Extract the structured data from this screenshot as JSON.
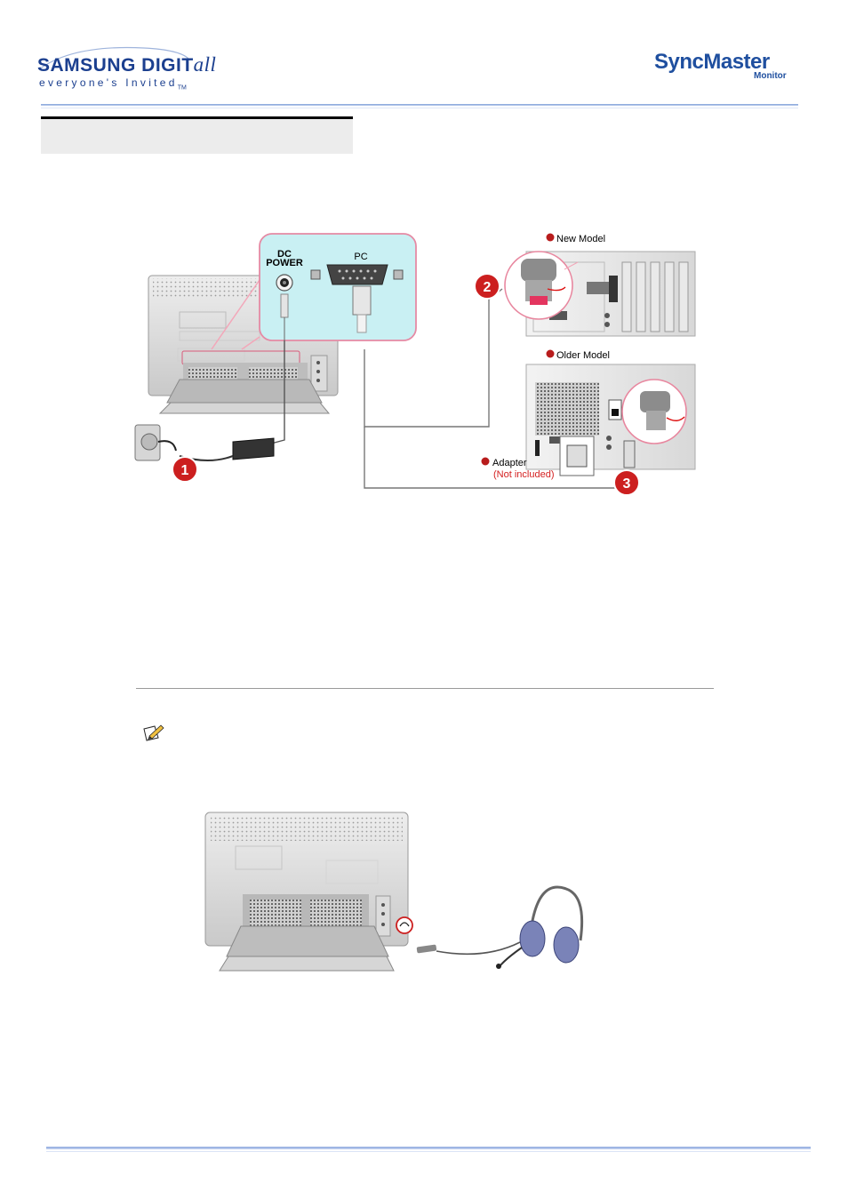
{
  "header": {
    "brand_word": "SAMSUNG DIGIT",
    "brand_all": "all",
    "brand_tagline": "everyone's Invited",
    "brand_tm": "TM",
    "product_word": "SyncMaster",
    "product_sub": "Monitor"
  },
  "figure1": {
    "dc_power": "DC POWER",
    "dc_power_line1": "DC",
    "dc_power_line2": "POWER",
    "pc": "PC",
    "new_model": "New Model",
    "older_model": "Older Model",
    "adapter": "Adapter",
    "not_included": "(Not included)",
    "step1": "1",
    "step2": "2",
    "step3": "3"
  },
  "colors": {
    "brand_blue": "#1b3f8f",
    "step_red": "#cc1f1f",
    "callout_pink": "#f9b8c6",
    "callout_panel": "#c9f0f3",
    "rule_blue": "#8aa6dc"
  }
}
